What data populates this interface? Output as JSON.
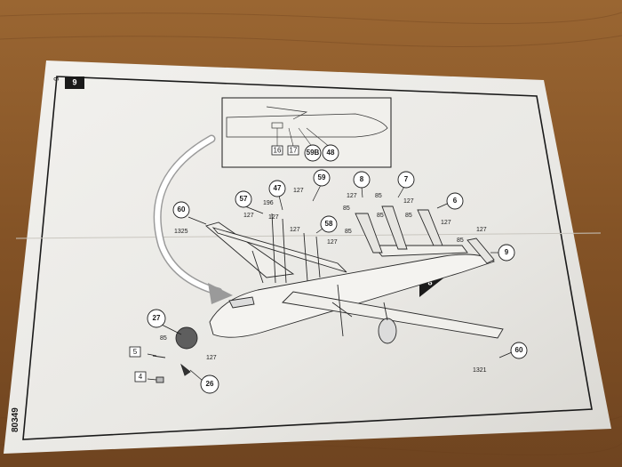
{
  "sheet": {
    "page_number": "9",
    "step_number": "9",
    "sub_step_number": "8",
    "product_code": "80349"
  },
  "inset": {
    "boxed_parts": [
      "16",
      "17"
    ],
    "circled_parts": [
      "59B",
      "48"
    ]
  },
  "callouts": {
    "c60_left": "60",
    "c57": "57",
    "c47": "47",
    "c59": "59",
    "c58": "58",
    "c8": "8",
    "c7": "7",
    "c6": "6",
    "c9": "9",
    "c27": "27",
    "c26": "26",
    "c60_right": "60"
  },
  "boxed_callouts": {
    "b5": "5",
    "b4": "4"
  },
  "part_labels": {
    "p1325": "1325",
    "p127_a": "127",
    "p196": "196",
    "p127_b": "127",
    "p127_c": "127",
    "p127_d": "127",
    "p127_e": "127",
    "p85_a": "85",
    "p127_f": "127",
    "p85_b": "85",
    "p127_g": "127",
    "p85_c": "85",
    "p85_d": "85",
    "p127_h": "127",
    "p127_i": "127",
    "p85_e": "85",
    "p85_f": "85",
    "p85_g": "85",
    "p127_j": "127",
    "p1321": "1321"
  },
  "colors": {
    "table_wood": "#8a5a2b",
    "paper": "#eceae6",
    "ink": "#1a1a1a",
    "step_marker": "#1a1a1a"
  }
}
